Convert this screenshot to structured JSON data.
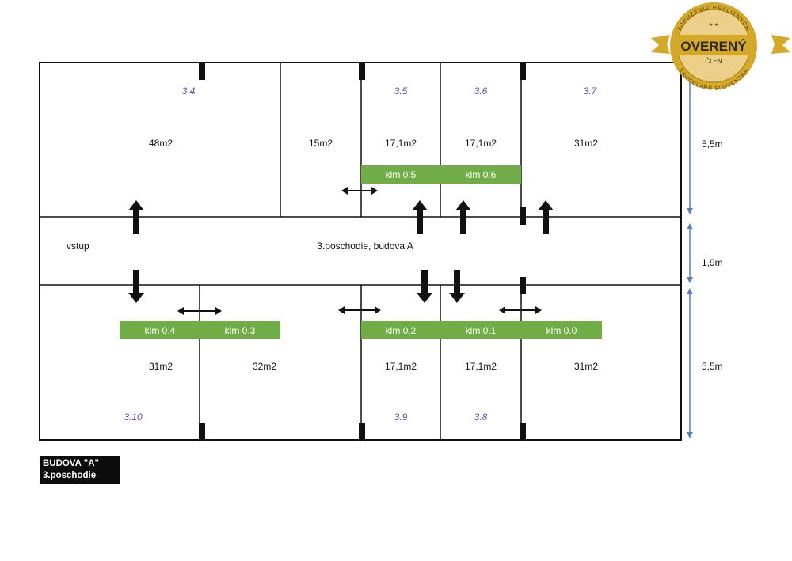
{
  "rooms": [
    {
      "number": "3.4",
      "area": "48m2"
    },
    {
      "number": "",
      "area": "15m2"
    },
    {
      "number": "3.5",
      "area": "17,1m2"
    },
    {
      "number": "3.6",
      "area": "17,1m2"
    },
    {
      "number": "3.7",
      "area": "31m2"
    },
    {
      "number": "3.10",
      "area": "31m2"
    },
    {
      "number": "",
      "area": "32m2"
    },
    {
      "number": "3.9",
      "area": "17,1m2"
    },
    {
      "number": "3.8",
      "area": "17,1m2"
    },
    {
      "number": "",
      "area": "31m2"
    }
  ],
  "klm": [
    "klm 0.5",
    "klm 0.6",
    "klm 0.4",
    "klm 0.3",
    "klm 0.2",
    "klm 0.1",
    "klm 0.0"
  ],
  "corridor": {
    "entrance": "vstup",
    "title": "3.poschodie, budova A"
  },
  "dimensions": [
    "5,5m",
    "1,9m",
    "5,5m"
  ],
  "legend": {
    "line1": "BUDOVA \"A\"",
    "line2": "3.poschodie"
  },
  "badge": {
    "top_text": "ZDRUŽENIE REALITNÝCH",
    "main": "OVERENÝ",
    "sub": "ČLEN",
    "bottom_text": "KANCELÁRIÍ SLOVENSKA"
  },
  "colors": {
    "klm_fill": "#70ad47",
    "room_number": "#6a4a9a",
    "dimension_line": "#5b80b6",
    "badge_gold": "#d4a929"
  }
}
